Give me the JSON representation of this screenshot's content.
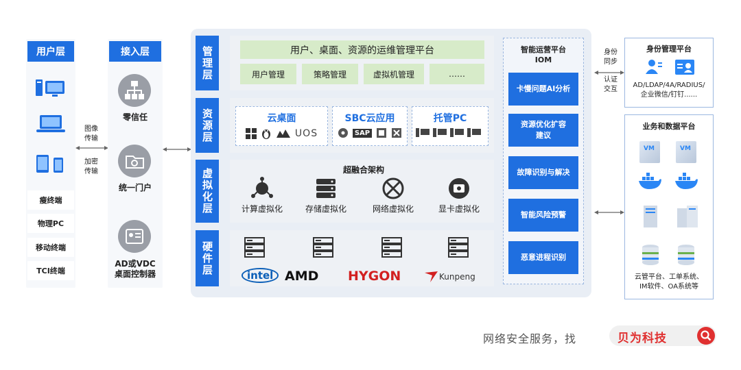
{
  "user_layer": {
    "header": "用户层",
    "endpoints": [
      "瘦终端",
      "物理PC",
      "移动终端",
      "TCI终端"
    ]
  },
  "links_user_access": {
    "top": [
      "图像",
      "传输"
    ],
    "bottom": [
      "加密",
      "传输"
    ]
  },
  "access_layer": {
    "header": "接入层",
    "items": [
      "零信任",
      "统一门户",
      "AD或VDC",
      "桌面控制器"
    ]
  },
  "management_layer": {
    "label": "管理层",
    "platform": "用户、桌面、资源的运维管理平台",
    "modules": [
      "用户管理",
      "策略管理",
      "虚拟机管理",
      "……"
    ]
  },
  "resource_layer": {
    "label": "资源层",
    "cards": [
      "云桌面",
      "SBC云应用",
      "托管PC"
    ],
    "uos_text": "UOS",
    "sap_text": "SAP"
  },
  "virtualization_layer": {
    "label": "虚拟化层",
    "title": "超融合架构",
    "items": [
      "计算虚拟化",
      "存储虚拟化",
      "网络虚拟化",
      "显卡虚拟化"
    ]
  },
  "hardware_layer": {
    "label": "硬件层",
    "vendors": [
      "intel",
      "AMD",
      "HYGON",
      "Kunpeng"
    ]
  },
  "iom": {
    "title": [
      "智能运营平台",
      "IOM"
    ],
    "items": [
      "卡慢问题AI分析",
      "资源优化扩容建议",
      "故障识别与解决",
      "智能风险预警",
      "恶意进程识别"
    ]
  },
  "identity_links": {
    "top": [
      "身份",
      "同步"
    ],
    "bottom": [
      "认证",
      "交互"
    ]
  },
  "identity_platform": {
    "title": "身份管理平台",
    "desc": [
      "AD/LDAP/4A/RADIUS/",
      "企业微信/钉钉......"
    ]
  },
  "business_platform": {
    "title": "业务和数据平台",
    "vm_label": "VM",
    "desc": [
      "云管平台、工单系统、",
      "IM软件、OA系统等"
    ]
  },
  "footer": {
    "slogan": "网络安全服务，找",
    "brand": "贝为科技"
  },
  "colors": {
    "primary_blue": "#1f6fe0",
    "green_box": "#d7ebc9",
    "brand_red": "#e03030"
  }
}
